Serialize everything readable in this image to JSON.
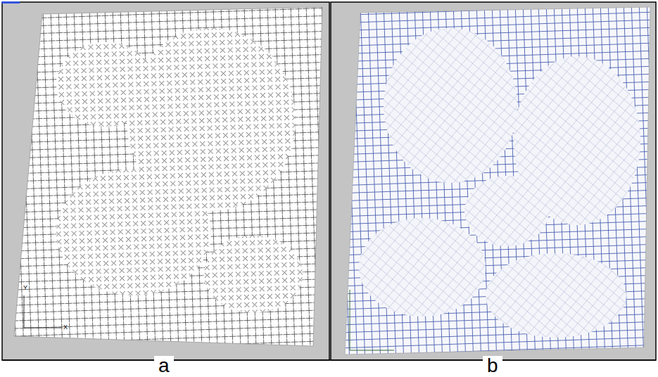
{
  "diagram": {
    "labels": [
      "a",
      "b",
      "Y",
      "X"
    ]
  }
}
